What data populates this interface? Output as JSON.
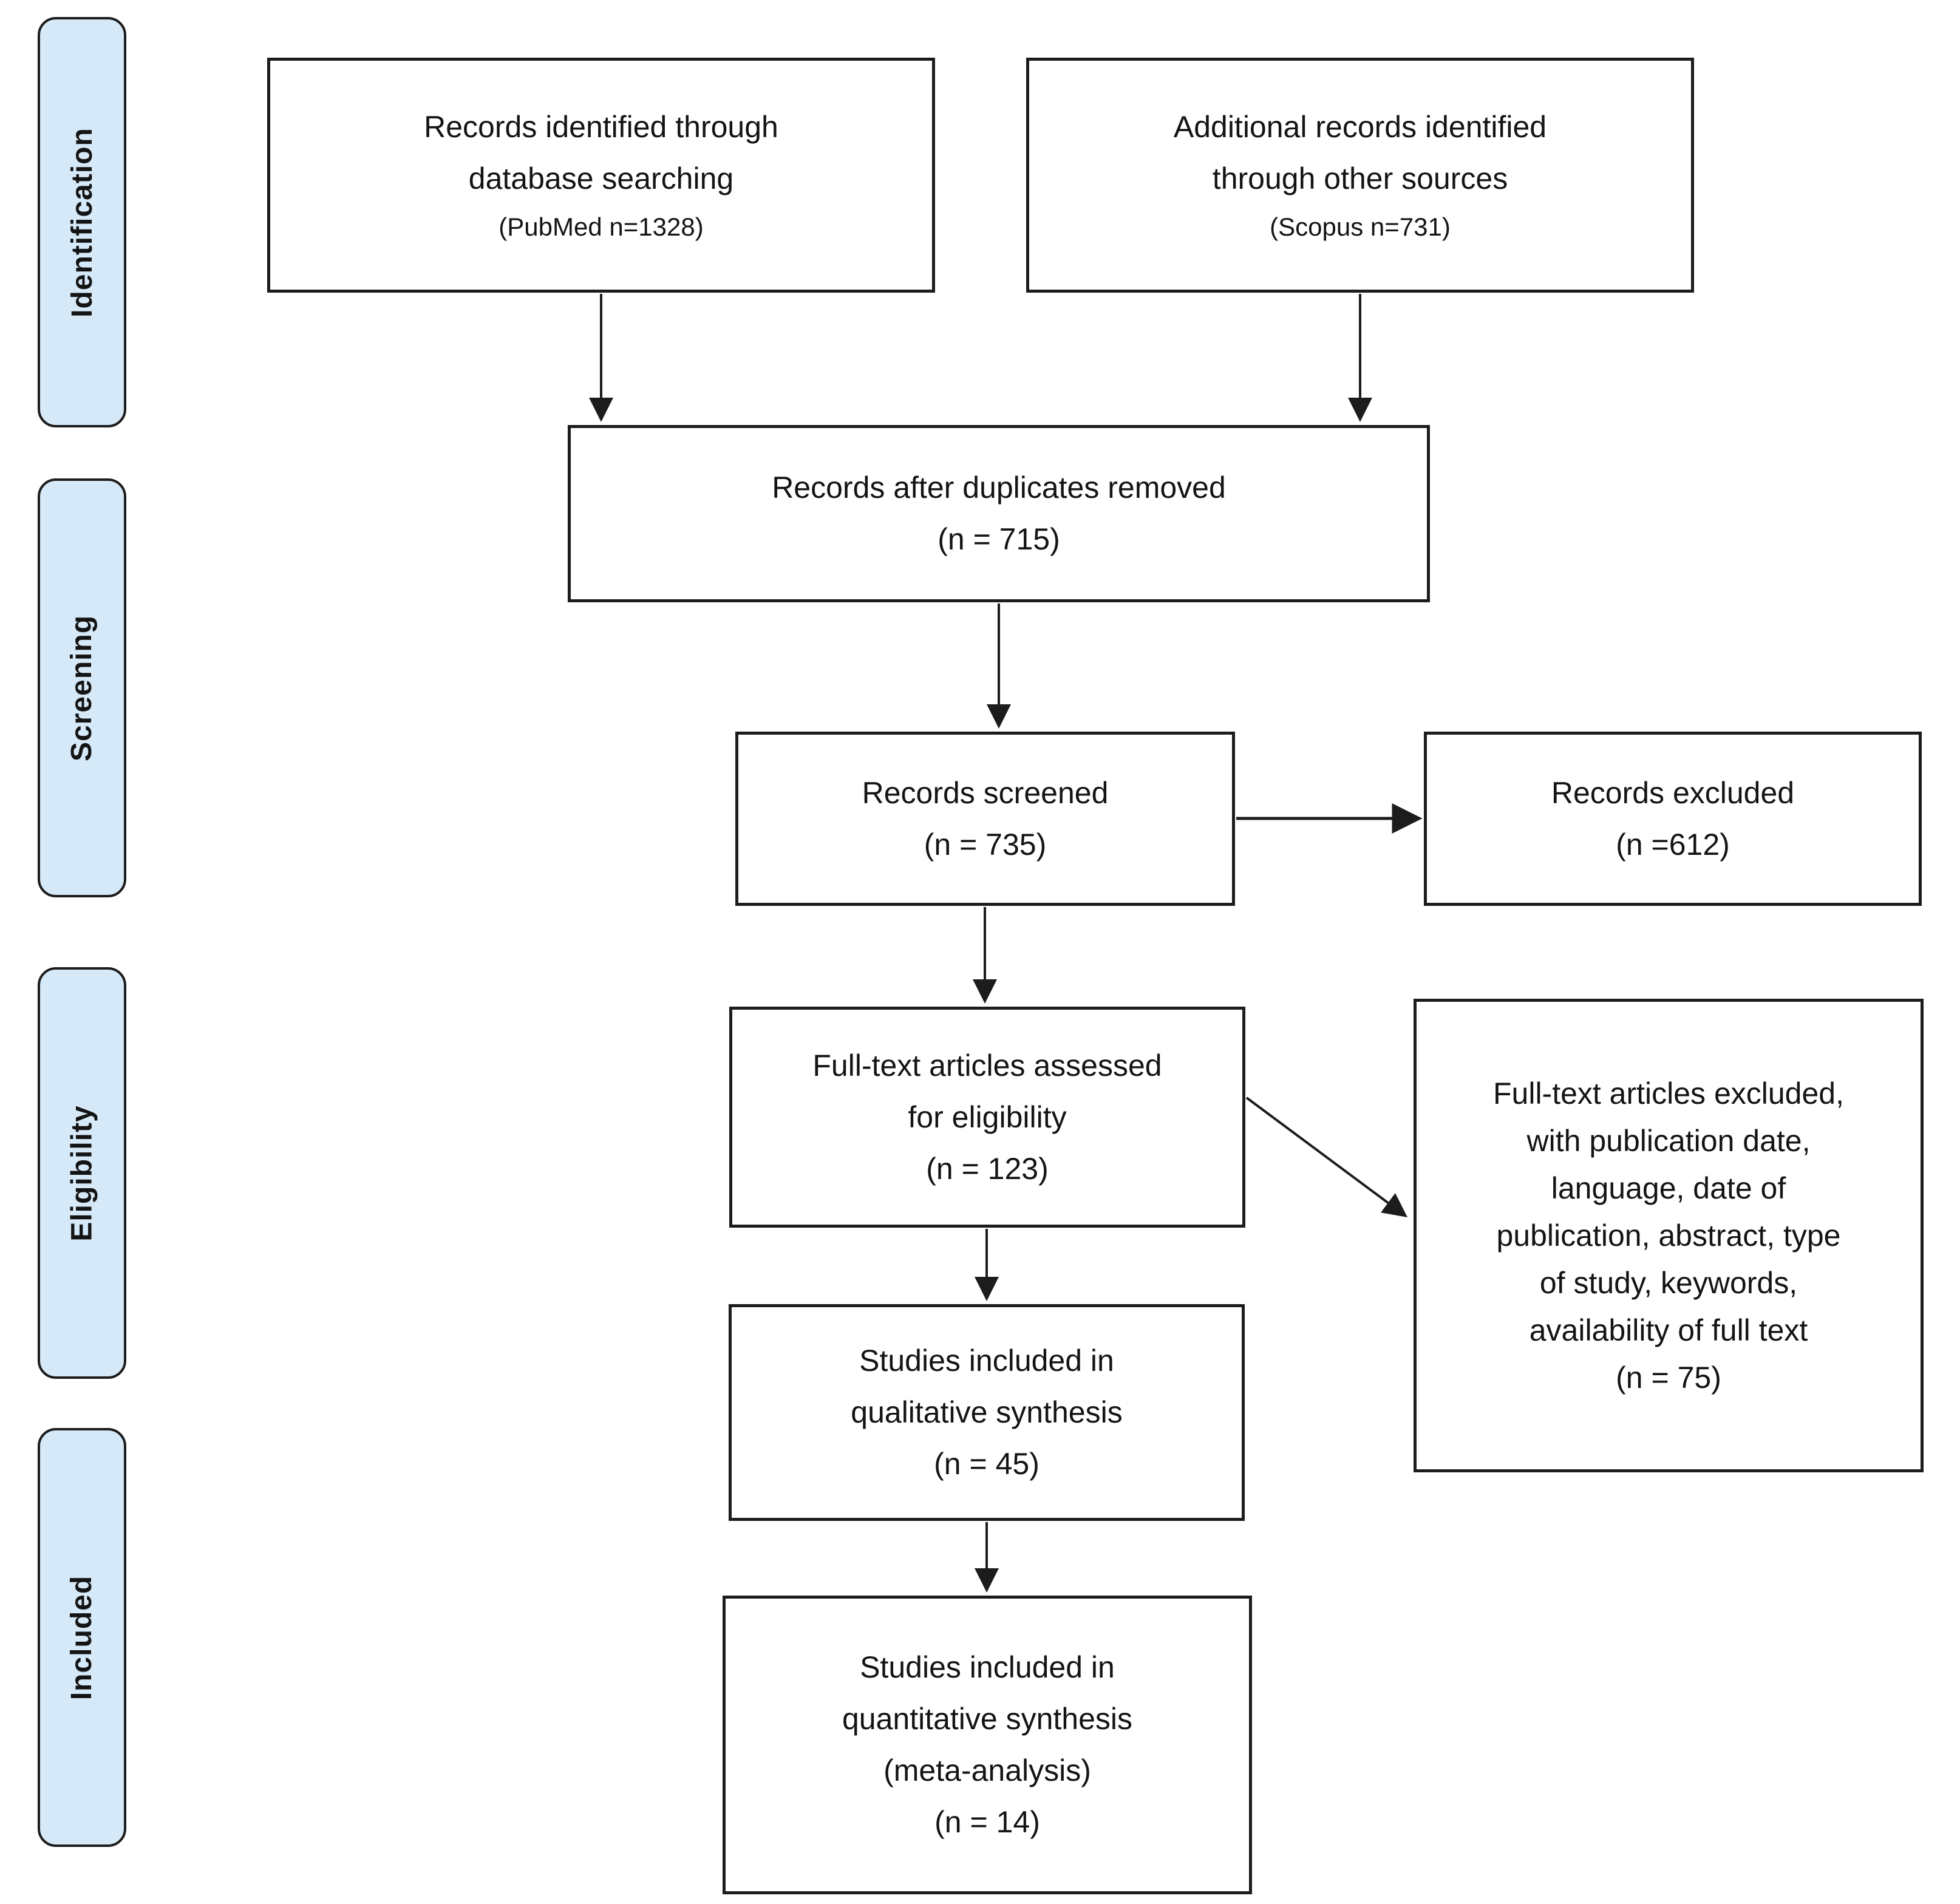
{
  "colors": {
    "stage-fill": "#d6e9f8",
    "line-color": "#1c1c1c",
    "box-bg": "#ffffff",
    "text-color": "#141414"
  },
  "diagram": {
    "type": "prisma-flow",
    "stages": [
      {
        "id": "identification",
        "label": "Identification"
      },
      {
        "id": "screening",
        "label": "Screening"
      },
      {
        "id": "eligibility",
        "label": "Eligibility"
      },
      {
        "id": "included",
        "label": "Included"
      }
    ],
    "boxes": {
      "db": {
        "lines": [
          "Records identified through",
          "database searching",
          "(PubMed n=1328)"
        ]
      },
      "other": {
        "lines": [
          "Additional records identified",
          "through other sources",
          "(Scopus n=731)"
        ]
      },
      "dedup": {
        "lines": [
          "Records after duplicates removed",
          "(n = 715)"
        ]
      },
      "screened": {
        "lines": [
          "Records screened",
          "(n = 735)"
        ]
      },
      "excluded": {
        "lines": [
          "Records excluded",
          "(n =612)"
        ]
      },
      "fulltext": {
        "lines": [
          "Full-text articles assessed",
          "for eligibility",
          "(n = 123)"
        ]
      },
      "fulltext_excluded": {
        "lines": [
          "Full-text articles excluded,",
          "with publication date,",
          "language, date of",
          "publication, abstract, type",
          "of study, keywords,",
          "availability of full text",
          "(n = 75)"
        ]
      },
      "qualitative": {
        "lines": [
          "Studies included in",
          "qualitative synthesis",
          "(n = 45)"
        ]
      },
      "quantitative": {
        "lines": [
          "Studies included in",
          "quantitative synthesis",
          "(meta-analysis)",
          "(n = 14)"
        ]
      }
    },
    "edges": [
      {
        "from": "db",
        "to": "dedup"
      },
      {
        "from": "other",
        "to": "dedup"
      },
      {
        "from": "dedup",
        "to": "screened"
      },
      {
        "from": "screened",
        "to": "excluded"
      },
      {
        "from": "screened",
        "to": "fulltext"
      },
      {
        "from": "fulltext",
        "to": "fulltext_excluded"
      },
      {
        "from": "fulltext",
        "to": "qualitative"
      },
      {
        "from": "qualitative",
        "to": "quantitative"
      }
    ]
  }
}
